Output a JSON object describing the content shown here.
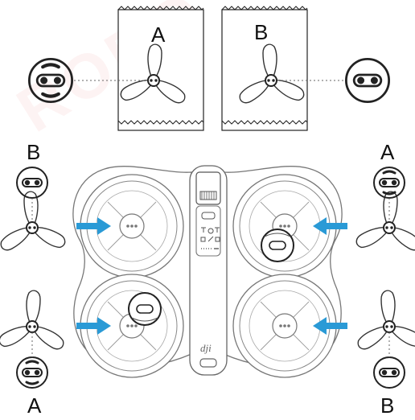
{
  "labels": {
    "top_panel_left": "A",
    "top_panel_right": "B",
    "corner_top_left": "B",
    "corner_top_right": "A",
    "corner_bottom_left": "A",
    "corner_bottom_right": "B"
  },
  "watermark": "ROBO",
  "logo": "dji",
  "colors": {
    "arrow": "#2a9ad6",
    "line": "#444444",
    "body": "#777777",
    "watermark": "#e05050"
  }
}
